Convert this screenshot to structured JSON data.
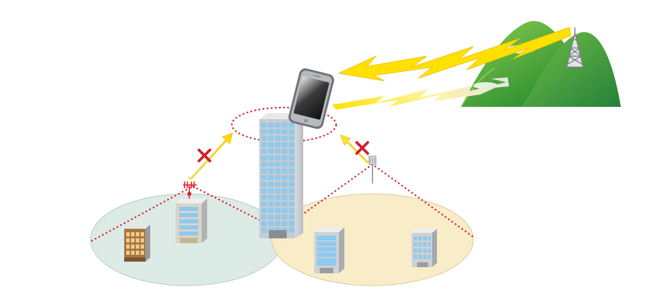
{
  "colors": {
    "background": "#ffffff",
    "zone_left_fill": "#dcebe6",
    "zone_right_fill": "#f8ecc4",
    "dotted_line": "#d9232d",
    "signal_yellow": "#ffe100",
    "blocked_x": "#d0202f",
    "mountain_dark": "#2f8c2f",
    "mountain_light": "#7cc242",
    "window_blue": "#8ec9ee",
    "building_grey": "#c8ccd0"
  },
  "icons": {
    "phone": "smartphone-icon",
    "tower": "broadcast-tower-icon",
    "blocked": "blocked-x-icon",
    "antenna": "rooftop-antenna-icon"
  },
  "signals": {
    "from_mountain_tower": "strong",
    "from_phone_outbound": "fading",
    "left_uplink": "blocked",
    "right_uplink": "blocked"
  }
}
